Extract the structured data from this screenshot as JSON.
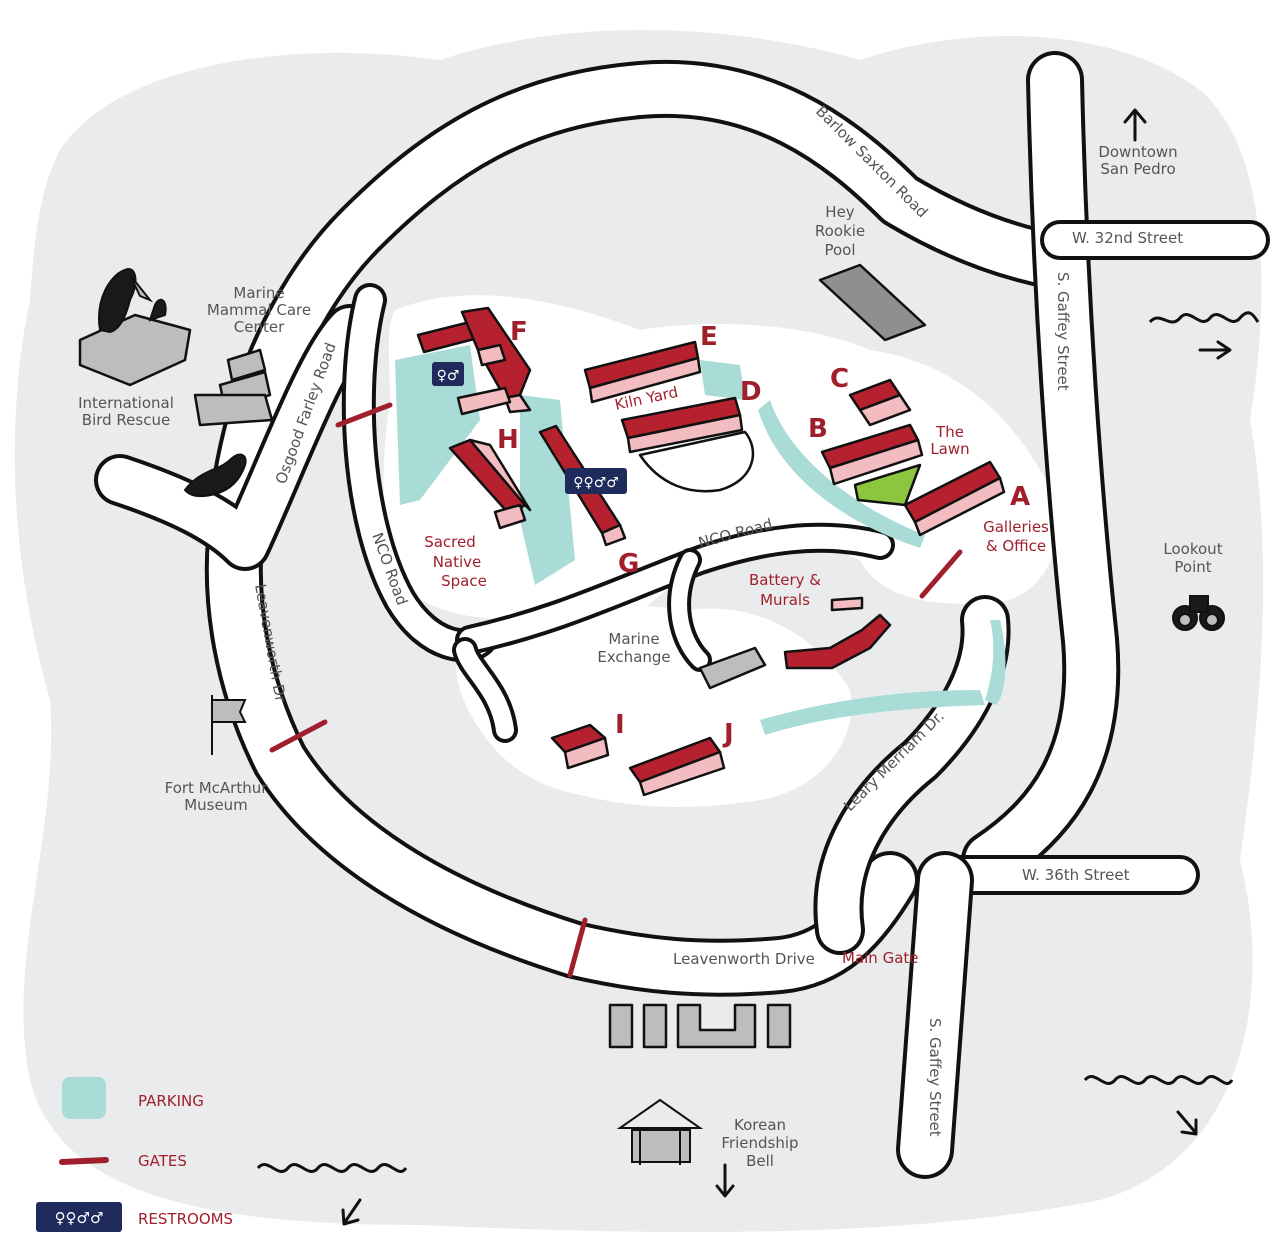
{
  "colors": {
    "land": "#e9ebec",
    "road": "#ffffff",
    "outline": "#111111",
    "parking": "#a9dcd6",
    "roof_red": "#b5212f",
    "roof_pink": "#f3bcc0",
    "lawn": "#8cc63f",
    "gray_building": "#bdbdbd",
    "label_red": "#a01f2c",
    "label_gray": "#555555",
    "restroom_bg": "#1e2b5c"
  },
  "roads": {
    "barlow": "Barlow Saxton Road",
    "w32": "W. 32nd Street",
    "gaffey_north": "S. Gaffey Street",
    "gaffey_south": "S. Gaffey Street",
    "osgood": "Osgood Farley Road",
    "leavenworth_dr": "Leavenworth Dr",
    "leavenworth_drive": "Leavenworth Drive",
    "nco_west": "NCO Road",
    "nco_center": "NCO Road",
    "leary": "Leary Merriam Dr.",
    "w36": "W. 36th Street"
  },
  "places": {
    "downtown": [
      "Downtown",
      "San Pedro"
    ],
    "pool": [
      "Hey",
      "Rookie",
      "Pool"
    ],
    "marine_mammal": [
      "Marine",
      "Mammal Care",
      "Center"
    ],
    "bird_rescue": [
      "International",
      "Bird Rescue"
    ],
    "lookout": [
      "Lookout",
      "Point"
    ],
    "fort_museum": [
      "Fort McArthur",
      "Museum"
    ],
    "marine_exchange": [
      "Marine",
      "Exchange"
    ],
    "korean_bell": [
      "Korean",
      "Friendship",
      "Bell"
    ]
  },
  "campus": {
    "letters": [
      "A",
      "B",
      "C",
      "D",
      "E",
      "F",
      "G",
      "H",
      "I",
      "J"
    ],
    "kiln_yard": "Kiln Yard",
    "the_lawn": [
      "The",
      "Lawn"
    ],
    "galleries": [
      "Galleries",
      "& Office"
    ],
    "sacred": [
      "Sacred",
      "Native",
      "Space"
    ],
    "battery": [
      "Battery &",
      "Murals"
    ],
    "main_gate": "Main Gate"
  },
  "legend": {
    "parking": "PARKING",
    "gates": "GATES",
    "restrooms": "RESTROOMS"
  },
  "icons": [
    "pelican-icon",
    "sea-lion-icon",
    "binoculars-icon",
    "flag-icon",
    "bell-pavilion-icon",
    "restroom-icon",
    "wave-icon",
    "arrow-icon"
  ]
}
